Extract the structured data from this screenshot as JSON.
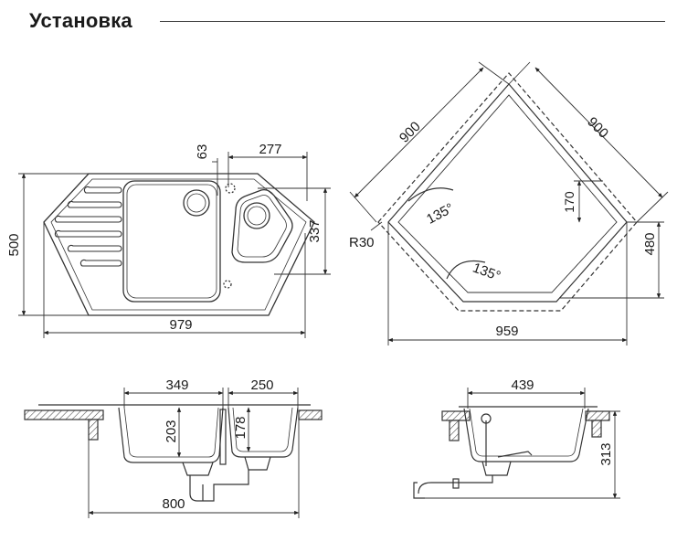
{
  "section_title": "Установка",
  "views": {
    "top": {
      "dims": {
        "width": "979",
        "height": "500",
        "bowl_offset": "63",
        "bowl2_width": "277",
        "bowl2_height": "337"
      }
    },
    "cutout": {
      "dims": {
        "side_a": "900",
        "side_b": "900",
        "width": "959",
        "height": "480",
        "offset": "170",
        "radius": "R30",
        "angle_top": "135°",
        "angle_bottom": "135°"
      }
    },
    "front": {
      "dims": {
        "bowl1_width": "349",
        "bowl2_width": "250",
        "bowl1_depth": "203",
        "bowl2_depth": "178",
        "overall": "800"
      }
    },
    "side": {
      "dims": {
        "width": "439",
        "depth": "313"
      }
    }
  }
}
